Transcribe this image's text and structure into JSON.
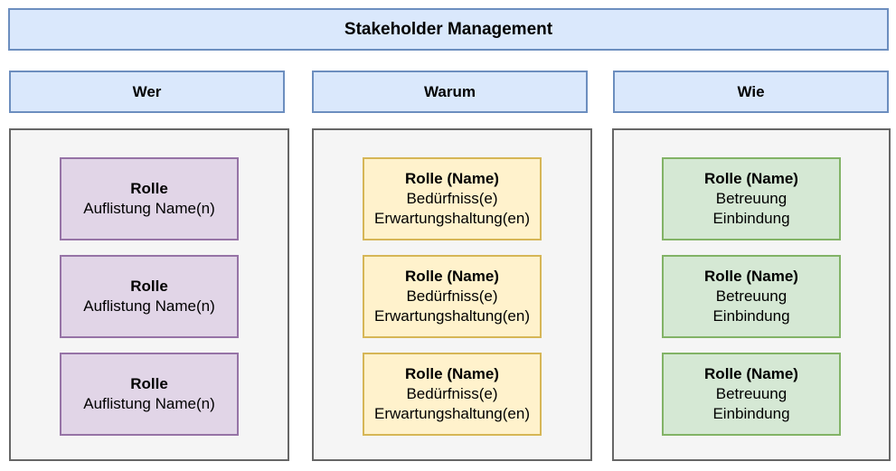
{
  "title": "Stakeholder Management",
  "colors": {
    "background": "#ffffff",
    "header_fill": "#dae8fc",
    "header_stroke": "#6c8ebf",
    "container_fill": "#f5f5f5",
    "container_stroke": "#666666",
    "text": "#000000"
  },
  "columns": [
    {
      "header": "Wer",
      "box_fill": "#e1d5e7",
      "box_stroke": "#9673a6",
      "boxes": [
        {
          "title": "Rolle",
          "lines": [
            "Auflistung Name(n)"
          ]
        },
        {
          "title": "Rolle",
          "lines": [
            "Auflistung Name(n)"
          ]
        },
        {
          "title": "Rolle",
          "lines": [
            "Auflistung Name(n)"
          ]
        }
      ]
    },
    {
      "header": "Warum",
      "box_fill": "#fff2cc",
      "box_stroke": "#d6b656",
      "boxes": [
        {
          "title": "Rolle (Name)",
          "lines": [
            "Bedürfniss(e)",
            "Erwartungshaltung(en)"
          ]
        },
        {
          "title": "Rolle (Name)",
          "lines": [
            "Bedürfniss(e)",
            "Erwartungshaltung(en)"
          ]
        },
        {
          "title": "Rolle (Name)",
          "lines": [
            "Bedürfniss(e)",
            "Erwartungshaltung(en)"
          ]
        }
      ]
    },
    {
      "header": "Wie",
      "box_fill": "#d5e8d4",
      "box_stroke": "#82b366",
      "boxes": [
        {
          "title": "Rolle (Name)",
          "lines": [
            "Betreuung",
            "Einbindung"
          ]
        },
        {
          "title": "Rolle (Name)",
          "lines": [
            "Betreuung",
            "Einbindung"
          ]
        },
        {
          "title": "Rolle (Name)",
          "lines": [
            "Betreuung",
            "Einbindung"
          ]
        }
      ]
    }
  ]
}
